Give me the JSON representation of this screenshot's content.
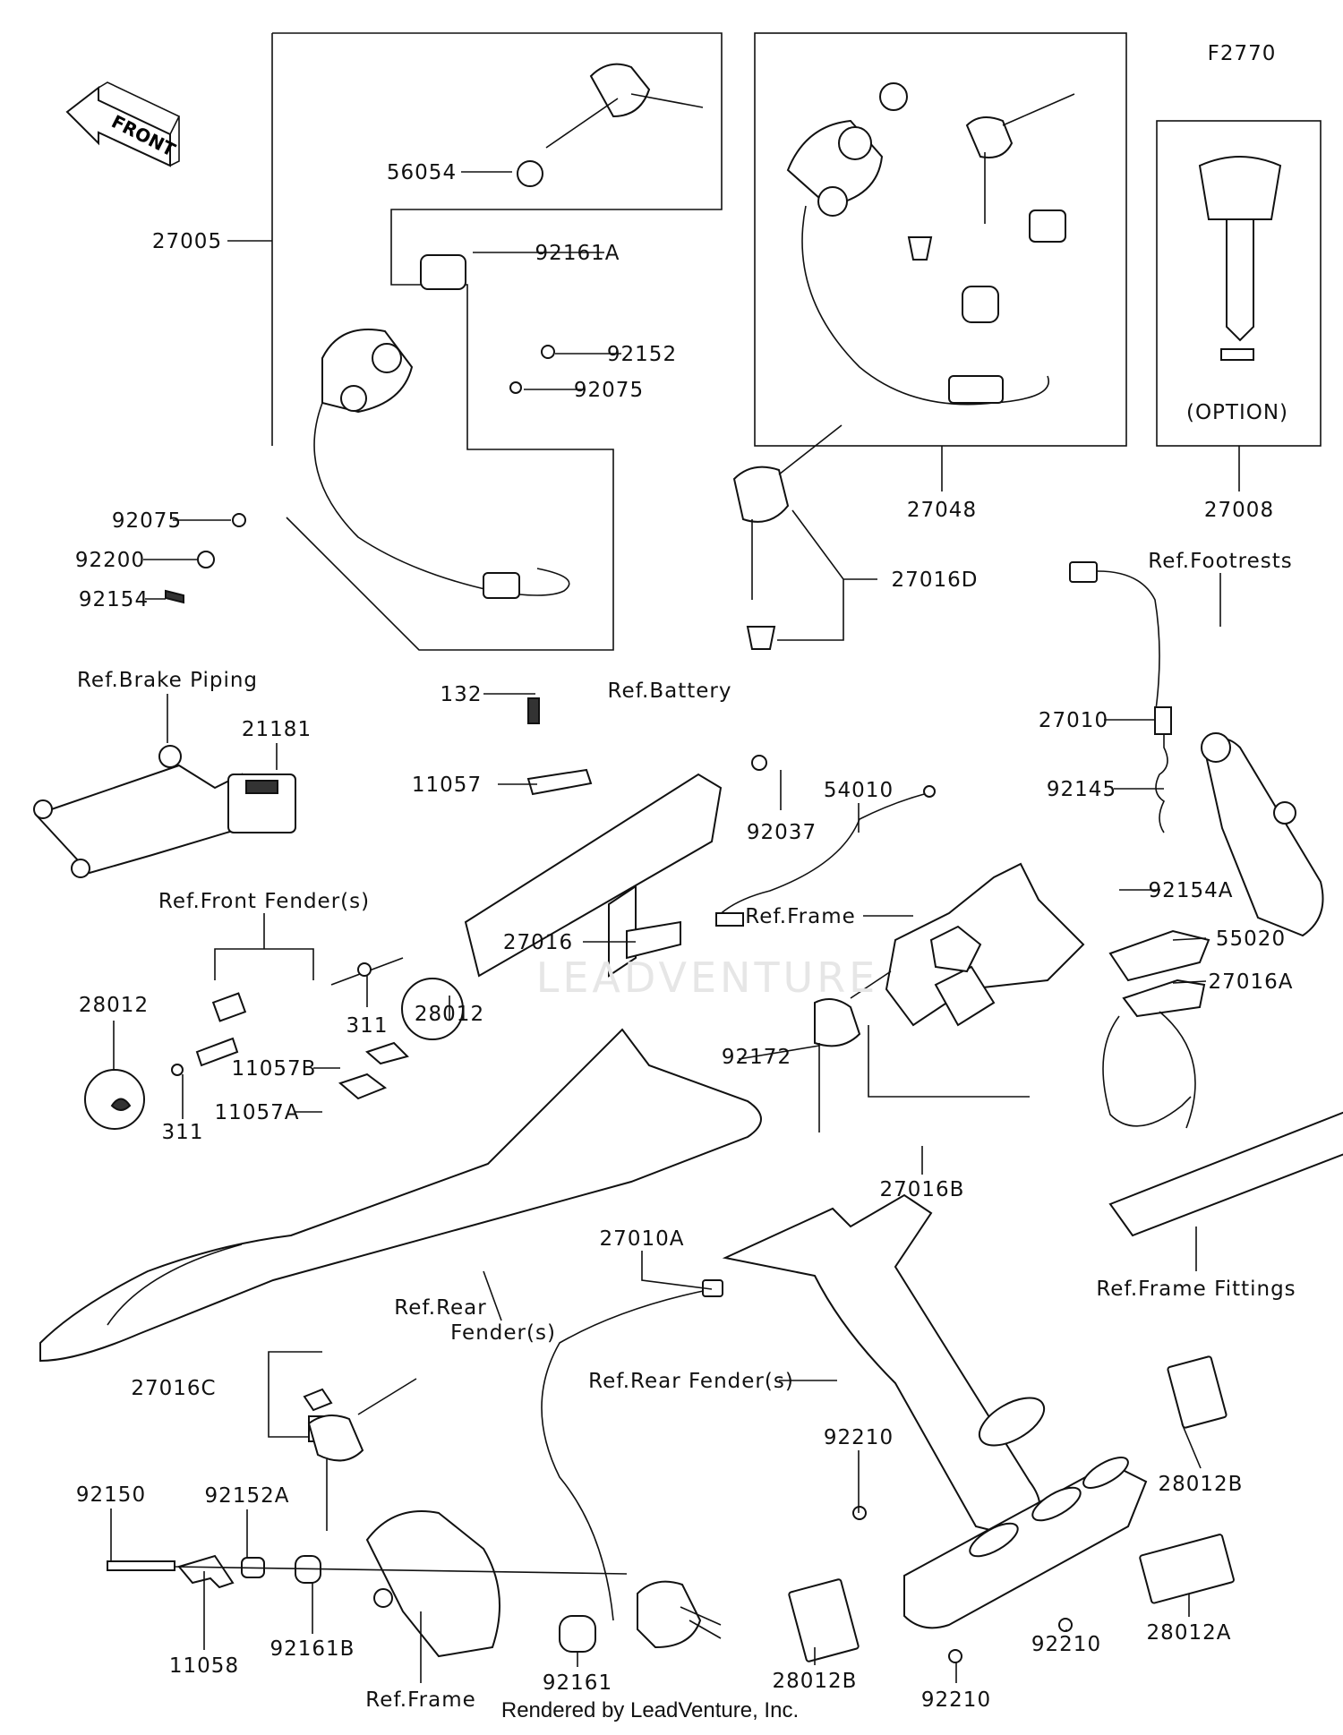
{
  "diagram_code": "F2770",
  "front_arrow": "FRONT",
  "watermark": "LEADVENTURE",
  "credit": "Rendered by LeadVenture, Inc.",
  "option_label": "(OPTION)",
  "labels": [
    "56054",
    "92161A",
    "27005",
    "92152",
    "92075",
    "92075",
    "92200",
    "92154",
    "27048",
    "27008",
    "27016D",
    "Ref.Footrests",
    "Ref.Brake Piping",
    "21181",
    "132",
    "Ref.Battery",
    "11057",
    "92037",
    "54010",
    "27010",
    "92145",
    "Ref.Front Fender(s)",
    "Ref.Frame",
    "92154A",
    "55020",
    "27016A",
    "28012",
    "28012",
    "311",
    "27016",
    "11057B",
    "11057A",
    "311",
    "92172",
    "27016B",
    "Ref.Frame Fittings",
    "27010A",
    "Ref.Rear",
    "Fender(s)",
    "Ref.Rear Fender(s)",
    "27016C",
    "92210",
    "28012B",
    "92150",
    "92152A",
    "11058",
    "92161B",
    "Ref.Frame",
    "92161",
    "28012B",
    "92210",
    "92210",
    "28012A"
  ]
}
